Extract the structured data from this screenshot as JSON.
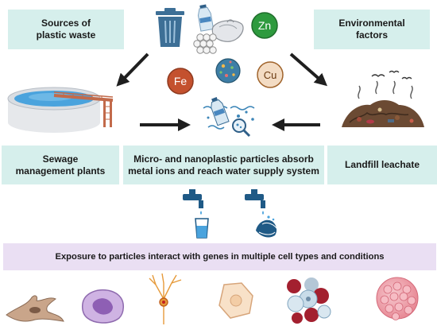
{
  "labels": {
    "sources": "Sources of\nplastic waste",
    "environmental": "Environmental\nfactors",
    "sewage": "Sewage\nmanagement plants",
    "micro": "Micro- and nanoplastic particles absorb\nmetal ions and reach water supply system",
    "landfill": "Landfill leachate",
    "exposure": "Exposure to particles interact with genes in multiple cell types and conditions"
  },
  "metals": {
    "zn": "Zn",
    "fe": "Fe",
    "cu": "Cu"
  },
  "colors": {
    "teal_box": "#d6efec",
    "lavender_box": "#eadff3",
    "zinc": "#2e9a3e",
    "iron": "#c4512e",
    "copper": "#f3dcc4",
    "bin": "#3d6f96",
    "arrow": "#1f1f1f"
  },
  "icons": [
    "trash-bin-icon",
    "plastic-bottle-icon",
    "plastic-bag-icon",
    "beads-icon",
    "microplastic-particle-icon",
    "sewage-plant-icon",
    "landfill-icon",
    "bird-icon",
    "microplastic-water-icon",
    "magnifier-icon",
    "faucet-icon",
    "water-glass-icon",
    "hand-washing-icon",
    "fibroblast-cell-icon",
    "immune-cell-icon",
    "neuron-cell-icon",
    "epithelial-cell-icon",
    "tumor-cell-cluster-icon",
    "spheroid-cell-icon"
  ]
}
